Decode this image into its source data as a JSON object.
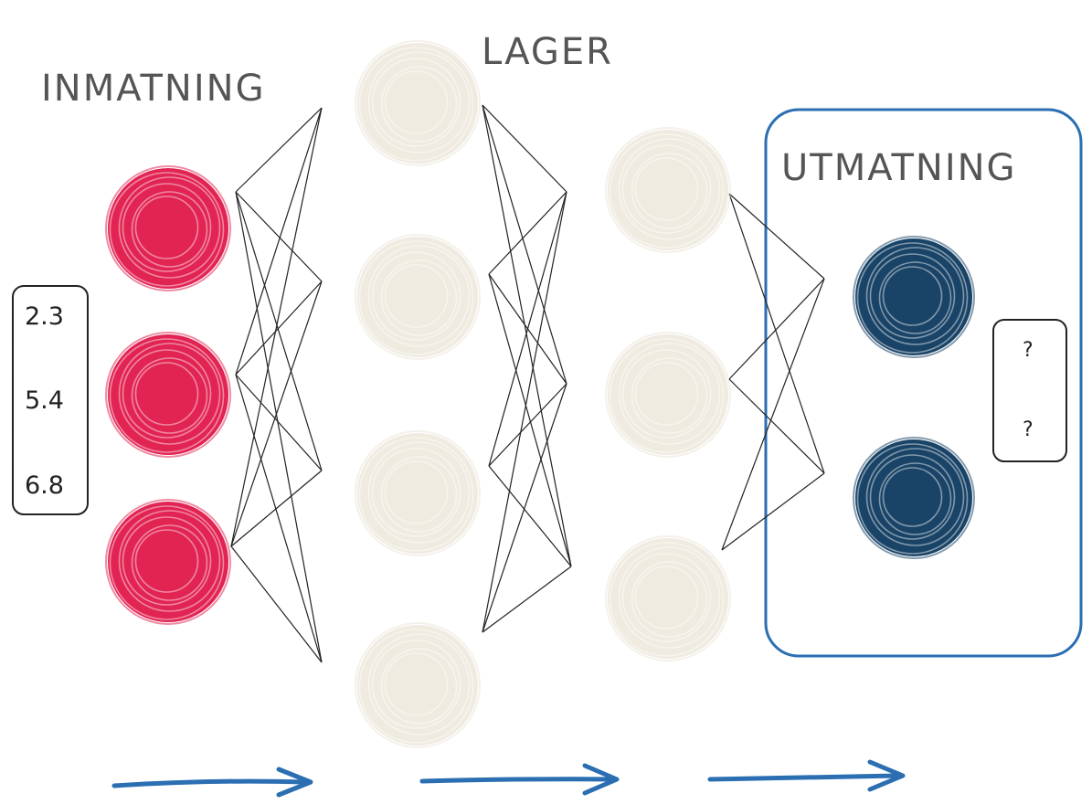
{
  "labels": {
    "input": "INMATNING",
    "hidden": "LAGER",
    "output": "UTMATNING"
  },
  "input_values": [
    "2.3",
    "5.4",
    "6.8"
  ],
  "output_values": [
    "?",
    "?"
  ],
  "colors": {
    "input_node": "#e0184a",
    "hidden_node": "#eae4d6",
    "output_node": "#0e3a5f",
    "output_box": "#2b6fb2",
    "arrow": "#2b6fb2",
    "connection": "#222222",
    "label": "#555555"
  },
  "layers": {
    "input_nodes": 3,
    "hidden_layer_1_nodes": 4,
    "hidden_layer_2_nodes": 3,
    "output_nodes": 2
  }
}
